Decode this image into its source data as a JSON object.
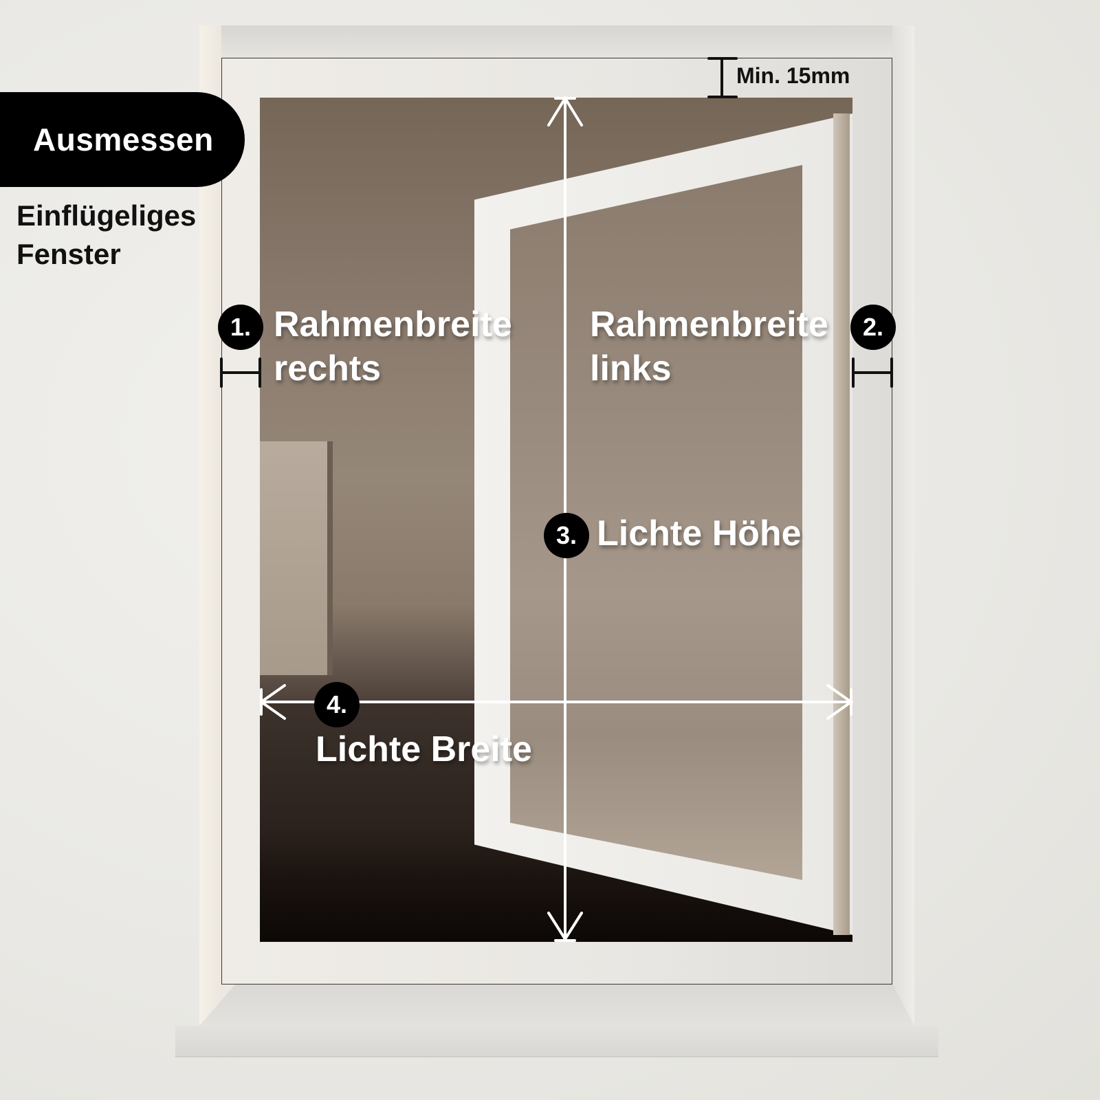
{
  "header": {
    "badge_label": "Ausmessen",
    "subtitle_line1": "Einflügeliges",
    "subtitle_line2": "Fenster"
  },
  "annotations": {
    "min_gap": "Min. 15mm",
    "steps": [
      {
        "number": "1.",
        "line1": "Rahmenbreite",
        "line2": "rechts"
      },
      {
        "number": "2.",
        "line1": "Rahmenbreite",
        "line2": "links"
      },
      {
        "number": "3.",
        "line1": "Lichte Höhe"
      },
      {
        "number": "4.",
        "line1": "Lichte Breite"
      }
    ]
  },
  "colors": {
    "badge_bg": "#000000",
    "badge_text": "#ffffff",
    "annotation_text": "#ffffff",
    "dimension_line_dark": "#111111",
    "dimension_line_light": "#ffffff"
  }
}
